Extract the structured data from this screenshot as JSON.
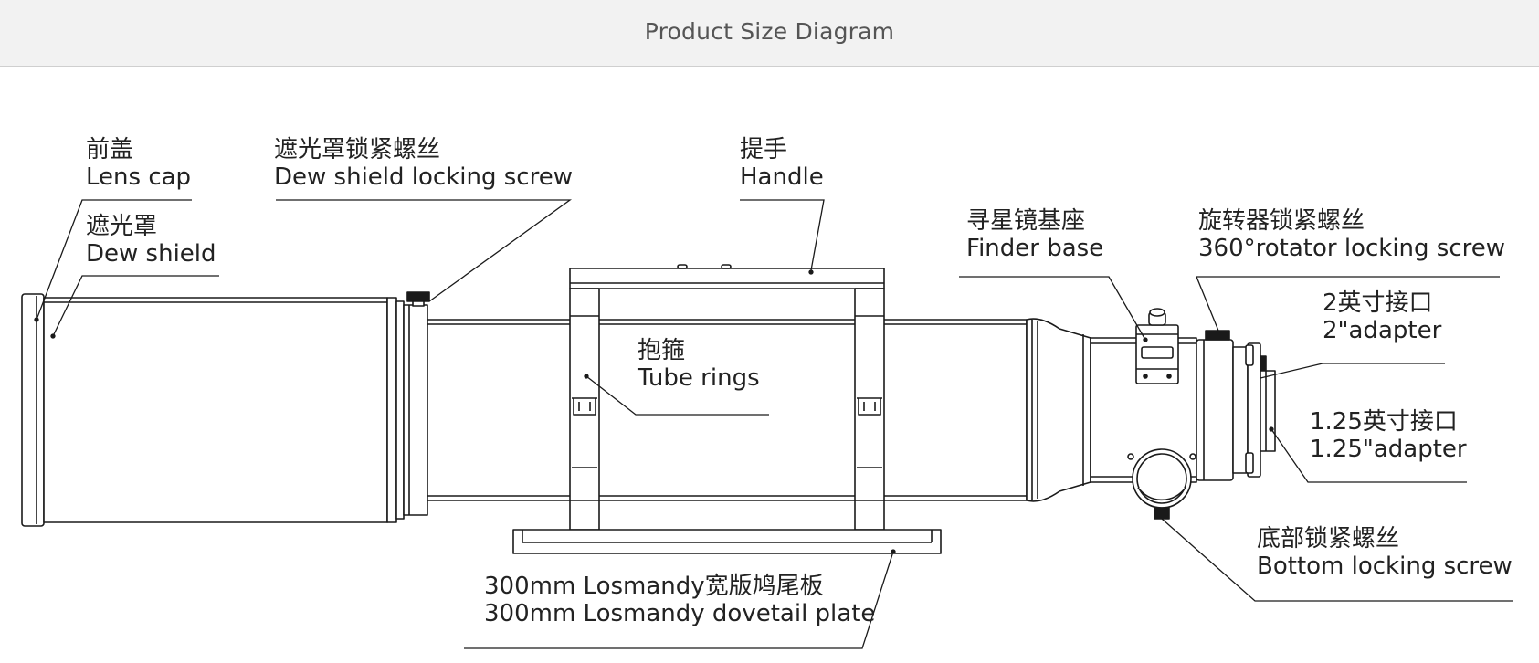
{
  "header": {
    "title": "Product Size Diagram"
  },
  "callouts": {
    "lens_cap": {
      "cn": "前盖",
      "en": "Lens cap"
    },
    "dew_shield": {
      "cn": "遮光罩",
      "en": "Dew shield"
    },
    "dew_shield_screw": {
      "cn": "遮光罩锁紧螺丝",
      "en": "Dew shield locking screw"
    },
    "handle": {
      "cn": "提手",
      "en": "Handle"
    },
    "tube_rings": {
      "cn": "抱箍",
      "en": "Tube rings"
    },
    "finder_base": {
      "cn": "寻星镜基座",
      "en": "Finder base"
    },
    "rotator_screw": {
      "cn": "旋转器锁紧螺丝",
      "en": "360°rotator locking screw"
    },
    "adapter_2": {
      "cn": "2英寸接口",
      "en": "2\"adapter"
    },
    "adapter_125": {
      "cn": "1.25英寸接口",
      "en": "1.25\"adapter"
    },
    "bottom_screw": {
      "cn": "底部锁紧螺丝",
      "en": "Bottom locking screw"
    },
    "dovetail": {
      "cn": "300mm Losmandy宽版鸠尾板",
      "en": "300mm Losmandy dovetail plate"
    }
  }
}
